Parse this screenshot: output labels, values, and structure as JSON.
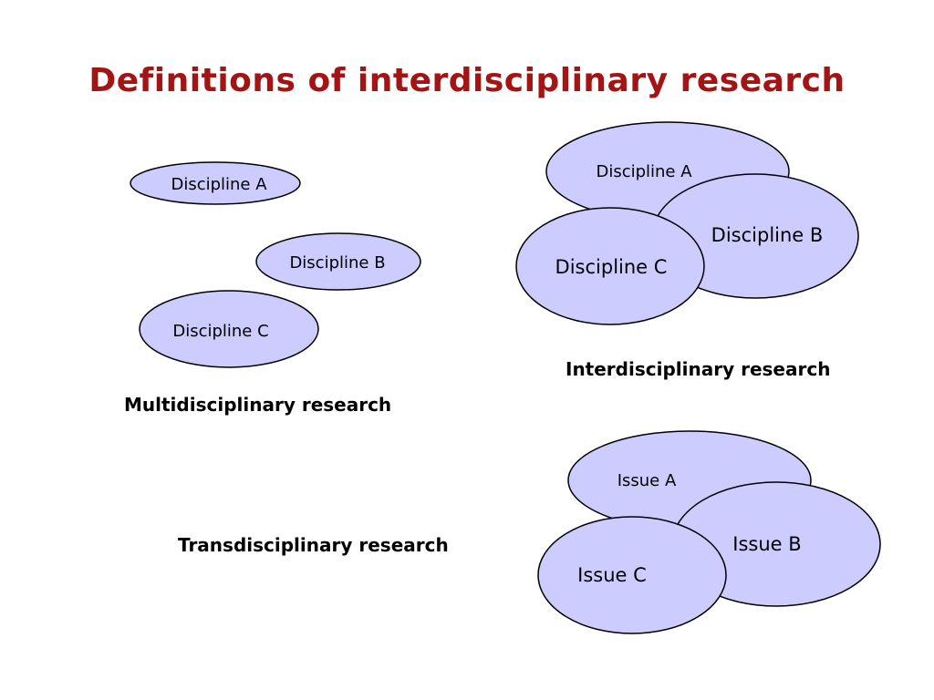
{
  "title": "Definitions of interdisciplinary research",
  "colors": {
    "title": "#a31515",
    "ellipse_fill": "#ccccff",
    "ellipse_stroke": "#000000"
  },
  "multidisciplinary": {
    "caption": "Multidisciplinary research",
    "discipline_a": "Discipline A",
    "discipline_b": "Discipline B",
    "discipline_c": "Discipline C"
  },
  "interdisciplinary": {
    "caption": "Interdisciplinary research",
    "discipline_a": "Discipline A",
    "discipline_b": "Discipline B",
    "discipline_c": "Discipline C"
  },
  "transdisciplinary": {
    "caption": "Transdisciplinary research",
    "issue_a": "Issue A",
    "issue_b": "Issue B",
    "issue_c": "Issue C"
  }
}
